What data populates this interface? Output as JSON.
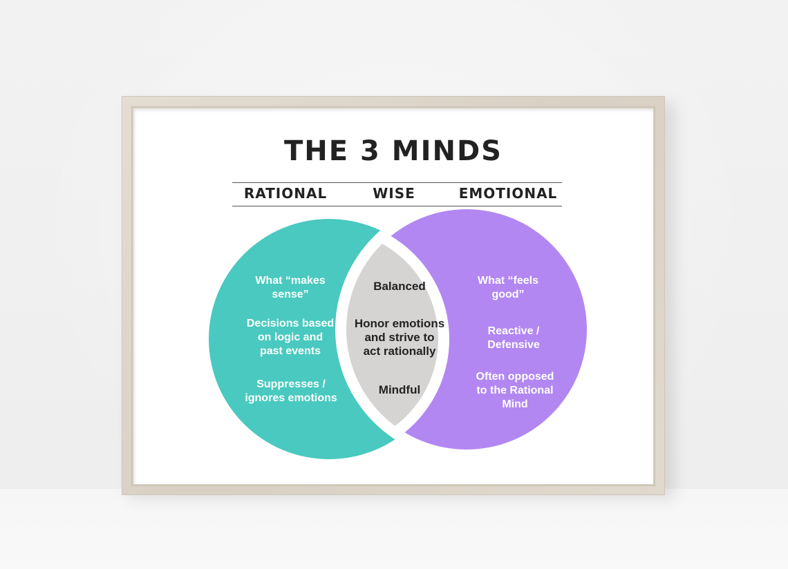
{
  "poster": {
    "title": "THE 3 MINDS",
    "columns": {
      "rational": "RATIONAL",
      "wise": "WISE",
      "emotional": "EMOTIONAL"
    }
  },
  "venn": {
    "rational": {
      "color": "#49c9bf",
      "items": [
        {
          "line1": "What “makes",
          "line2": "sense”"
        },
        {
          "line1": "Decisions based",
          "line2": "on logic and",
          "line3": "past events"
        },
        {
          "line1": "Suppresses /",
          "line2": "ignores emotions"
        }
      ]
    },
    "wise": {
      "color": "#d5d4d2",
      "items": [
        {
          "line1": "Balanced"
        },
        {
          "line1": "Honor emotions",
          "line2": "and strive to",
          "line3": "act rationally"
        },
        {
          "line1": "Mindful"
        }
      ]
    },
    "emotional": {
      "color": "#b287f2",
      "items": [
        {
          "line1": "What “feels",
          "line2": "good”"
        },
        {
          "line1": "Reactive /",
          "line2": "Defensive"
        },
        {
          "line1": "Often opposed",
          "line2": "to the Rational",
          "line3": "Mind"
        }
      ]
    }
  }
}
